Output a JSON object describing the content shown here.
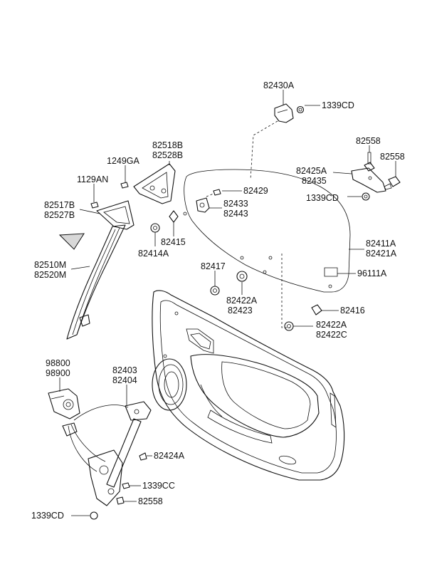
{
  "labels": {
    "p82430A": "82430A",
    "p1339CD_top": "1339CD",
    "p82558_a": "82558",
    "p82558_b": "82558",
    "p82425A": "82425A",
    "p82435": "82435",
    "p1339CD_mid": "1339CD",
    "p82518B": "82518B",
    "p82528B": "82528B",
    "p1249GA": "1249GA",
    "p1129AN": "1129AN",
    "p82429": "82429",
    "p82433": "82433",
    "p82443": "82443",
    "p82517B": "82517B",
    "p82527B": "82527B",
    "p82415": "82415",
    "p82414A": "82414A",
    "p82411A": "82411A",
    "p82421A": "82421A",
    "p82417": "82417",
    "p96111A": "96111A",
    "p82510M": "82510M",
    "p82520M": "82520M",
    "p82422A_a": "82422A",
    "p82423": "82423",
    "p82416": "82416",
    "p82422A_b": "82422A",
    "p82422C": "82422C",
    "p98800": "98800",
    "p98900": "98900",
    "p82403": "82403",
    "p82404": "82404",
    "p82424A": "82424A",
    "p1339CC": "1339CC",
    "p82558_c": "82558",
    "p1339CD_bot": "1339CD"
  }
}
